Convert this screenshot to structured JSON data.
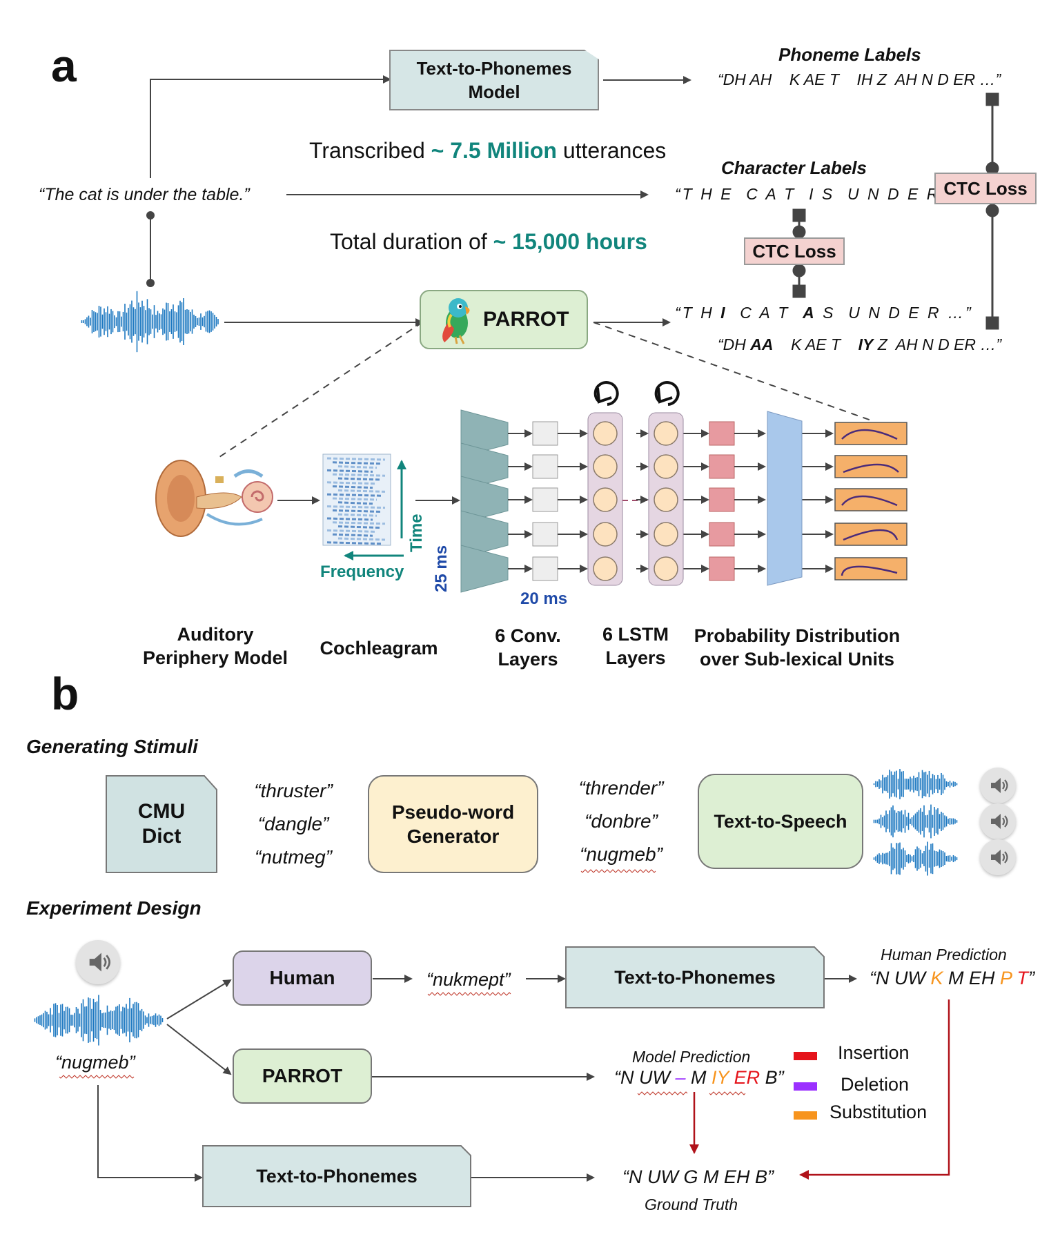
{
  "panel_a": {
    "letter": "a",
    "text_to_phonemes_model": "Text-to-Phonemes\nModel",
    "phoneme_labels_title": "Phoneme Labels",
    "phoneme_labels": "“DH AH    K AE T    IH Z  AH N D ER …”",
    "transcribed_prefix": "Transcribed ",
    "transcribed_value": "~ 7.5 Million",
    "transcribed_suffix": " utterances",
    "character_labels_title": "Character Labels",
    "character_labels": "“T H E  C A T  I S  U N D E R …”",
    "sentence": "“The cat is under the table.”",
    "duration_prefix": "Total duration of ",
    "duration_value": "~ 15,000 hours",
    "ctc_loss_1": "CTC Loss",
    "ctc_loss_2": "CTC Loss",
    "parrot": "PARROT",
    "pred_chars": {
      "p1": "“T H ",
      "b1": "I",
      "p2": "  C A T  ",
      "b2": "A",
      "p3": " S  U N D E R …”"
    },
    "pred_phon": {
      "p1": "“DH ",
      "b1": "AA",
      "p2": "    K AE T    ",
      "b2": "IY",
      "p3": " Z  AH N D ER …”"
    },
    "time_label": "Time",
    "frequency_label": "Frequency",
    "ms25": "25 ms",
    "ms20": "20 ms",
    "labels": {
      "auditory": "Auditory\nPeriphery Model",
      "cochleagram": "Cochleagram",
      "conv": "6 Conv.\nLayers",
      "lstm": "6 LSTM\nLayers",
      "prob": "Probability Distribution\nover Sub-lexical Units"
    }
  },
  "panel_b": {
    "letter": "b",
    "generating_title": "Generating Stimuli",
    "cmu_dict": "CMU\nDict",
    "words_real": [
      "“thruster”",
      "“dangle”",
      "“nutmeg”"
    ],
    "pseudo_gen": "Pseudo-word\nGenerator",
    "words_pseudo": [
      "“thrender”",
      "“donbre”",
      "“nugmeb”"
    ],
    "tts": "Text-to-Speech",
    "experiment_title": "Experiment Design",
    "stimulus": "“nugmeb”",
    "human": "Human",
    "human_response": "“nukmept”",
    "ttp_top": "Text-to-Phonemes",
    "human_pred_title": "Human Prediction",
    "human_pred": {
      "p1": "“N UW ",
      "s1": "K",
      "p2": " M EH ",
      "s2": "P",
      "p3": " ",
      "i1": "T",
      "p4": "”"
    },
    "parrot": "PARROT",
    "model_pred_title": "Model Prediction",
    "model_pred": {
      "p1": "“N UW ",
      "d1": "–",
      "p2": " M ",
      "s1": "IY",
      "p3": " ",
      "i1": "ER",
      "p4": " B”"
    },
    "legend": [
      {
        "label": "Insertion",
        "color": "#e5141b"
      },
      {
        "label": "Deletion",
        "color": "#9b30ff"
      },
      {
        "label": "Substitution",
        "color": "#f7941d"
      }
    ],
    "ttp_bottom": "Text-to-Phonemes",
    "ground_truth": "“N UW G M EH B”",
    "ground_truth_title": "Ground Truth"
  },
  "colors": {
    "teal": "#11857c",
    "blue": "#1f4aa8",
    "ttp_box": "#d6e6e6",
    "parrot_box": "#ddefd3",
    "ctc_box": "#f4d2d0",
    "human_box": "#dcd4ea",
    "pseudo_box": "#fdf0cf",
    "cmu_box": "#d0e2e2",
    "waveform": "#1976c0",
    "red_arrow": "#b0121a"
  }
}
